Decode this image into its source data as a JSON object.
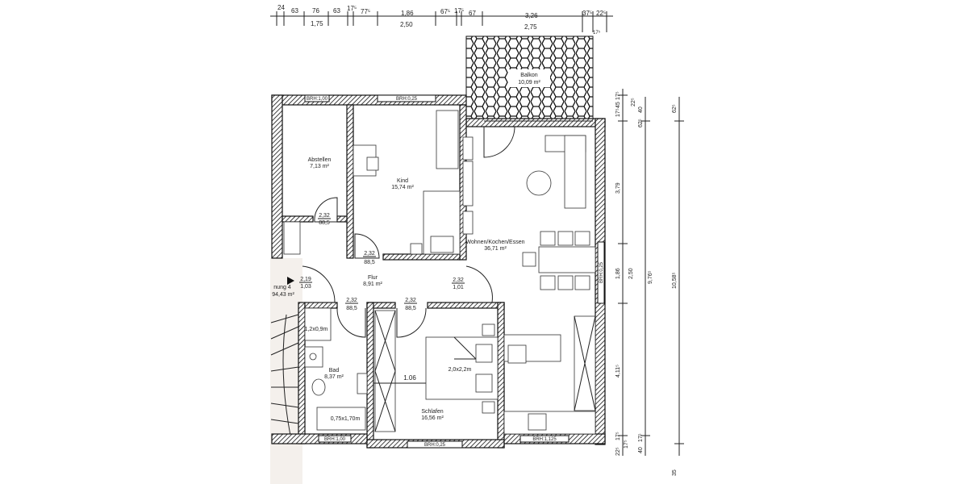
{
  "dimensions": {
    "top_row1": [
      "24",
      "63",
      "76",
      "63",
      "17⁵",
      "77⁵",
      "1,86",
      "67⁵",
      "17⁵",
      "67",
      "3,26",
      "37⁵",
      "22⁵"
    ],
    "top_row2": [
      "1,75",
      "2,50",
      "2,75"
    ],
    "top_row3": [
      "17⁵"
    ],
    "right_col1": [
      "17⁵",
      "45",
      "17⁵",
      "3,79",
      "1,86",
      "4,11⁵",
      "17⁵",
      "17⁵",
      "22⁵"
    ],
    "right_col1_extra": [
      "22⁵"
    ],
    "right_col2": [
      "40",
      "62⁵",
      "2,50",
      "40",
      "17⁵"
    ],
    "right_col3": [
      "9,76⁵"
    ],
    "right_col4": [
      "62⁵",
      "10,58⁵",
      "35"
    ]
  },
  "rooms": {
    "abstellen": {
      "name": "Abstellen",
      "area": "7,13 m²"
    },
    "kind": {
      "name": "Kind",
      "area": "15,74 m²"
    },
    "wohnen": {
      "name": "Wohnen/Kochen/Essen",
      "area": "36,71 m²"
    },
    "balkon": {
      "name": "Balkon",
      "area": "10,09 m²"
    },
    "flur": {
      "name": "Flur",
      "area": "8,91 m²"
    },
    "bad": {
      "name": "Bad",
      "area": "8,37 m²"
    },
    "schlafen": {
      "name": "Schlafen",
      "area": "16,56 m²"
    },
    "wohnung": {
      "name": "nung 4",
      "area": "94,43 m²"
    }
  },
  "doors": [
    {
      "h": "2,32",
      "w": "88,5"
    },
    {
      "h": "2,32",
      "w": "88,5"
    },
    {
      "h": "2,19",
      "w": "1,03"
    },
    {
      "h": "2,32",
      "w": "1,01"
    },
    {
      "h": "2,32",
      "w": "88,5"
    },
    {
      "h": "2,32",
      "w": "88,5"
    }
  ],
  "windows": {
    "abstellen": "BRH:1,00",
    "kind": "BRH:0,25",
    "wohnen_right": "BRH:0,25",
    "bad": "BRH:1,00",
    "schlafen": "BRH:0,25",
    "kueche": "BRH:1,125"
  },
  "furniture": {
    "shower": "1,2x0,9m",
    "bathtub": "0,75x1,70m",
    "bed": "2,0x2,2m",
    "bed_clearance": "1.06"
  }
}
